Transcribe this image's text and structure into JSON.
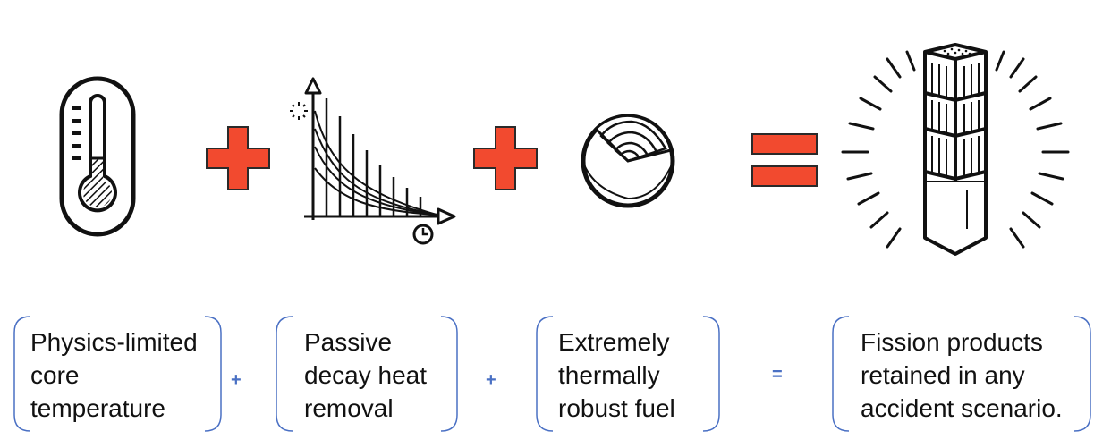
{
  "colors": {
    "operator_red": "#f24a2f",
    "operator_border": "#2a2a2a",
    "bracket_blue": "#4a70c4",
    "small_op_blue": "#4a70c4",
    "icon_stroke": "#111111"
  },
  "icons": [
    "thermometer-icon",
    "decay-heat-chart-icon",
    "fuel-particle-icon",
    "fuel-element-icon"
  ],
  "boxes": [
    {
      "lines": [
        "Physics-limited",
        "core",
        "temperature"
      ]
    },
    {
      "lines": [
        "Passive",
        "decay heat",
        "removal"
      ]
    },
    {
      "lines": [
        "Extremely",
        "thermally",
        "robust fuel"
      ]
    },
    {
      "lines": [
        "Fission products",
        "retained in any",
        "accident scenario."
      ]
    }
  ],
  "small_operators": [
    "+",
    "+",
    "="
  ]
}
